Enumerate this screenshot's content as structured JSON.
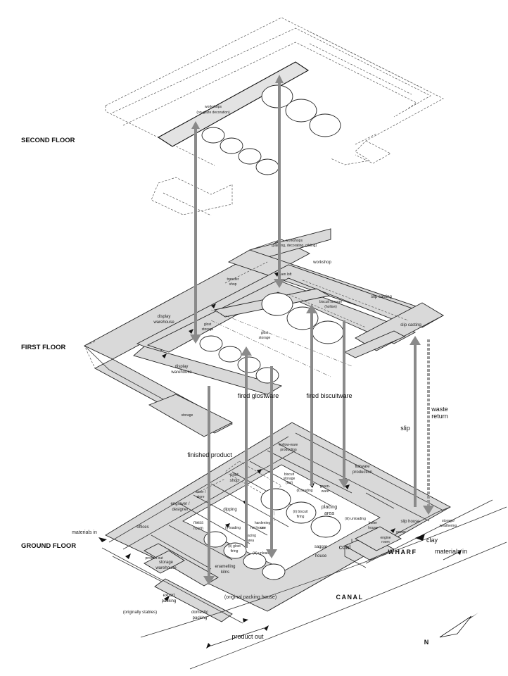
{
  "floors": {
    "second": "SECOND FLOOR",
    "first": "FIRST FLOOR",
    "ground": "GROUND FLOOR"
  },
  "second_floor": {
    "workshops_line1": "workshops",
    "workshops_line2": "(on-glaze decoration)"
  },
  "first_floor": {
    "workshops_pdg_line1": "workshops",
    "workshops_pdg_line2": "(painting, decorating, gilding)",
    "workshop": "workshop",
    "oven_loft": "oven loft",
    "transfer_shop_line1": "transfer",
    "transfer_shop_line2": "shop",
    "biscuit_storage_line1": "biscuit storage",
    "biscuit_storage_line2": "(hollow)",
    "slip_casting_1": "slip casting",
    "slip_casting_2": "slip casting",
    "display_warehouse_1_line1": "display",
    "display_warehouse_1_line2": "warehouse",
    "glost_storage_1_line1": "glost",
    "glost_storage_1_line2": "storage",
    "glost_storage_2_line1": "glost",
    "glost_storage_2_line2": "storage",
    "display_warehouse_2_line1": "display",
    "display_warehouse_2_line2": "warehouse",
    "storage": "storage"
  },
  "flows": {
    "fired_glostware": "fired glostware",
    "fired_biscuitware": "fired biscuitware",
    "finished_product": "finished product",
    "slip": "slip",
    "waste_return_line1": "waste",
    "waste_return_line2": "return"
  },
  "ground_floor": {
    "hollowware_line1": "hollow-ware",
    "hollowware_line2": "production",
    "print_shop_line1": "print",
    "print_shop_line2": "shop",
    "mixer_store_line1": "mixer /",
    "mixer_store_line2": "store",
    "engraver_line1": "engraver /",
    "engraver_line2": "designer",
    "offices": "offices",
    "dipping": "dipping",
    "mess_room_line1": "mess",
    "mess_room_line2": "room",
    "biscuit_storage_flat_line1": "biscuit",
    "biscuit_storage_flat_line2": "storage",
    "biscuit_storage_flat_line3": "(flat)",
    "loading_ii": "(ii) loading",
    "green_ware_line1": "green-",
    "green_ware_line2": "ware",
    "flatware_line1": "flatware",
    "flatware_line2": "production",
    "placing_area_1_line1": "placing",
    "placing_area_1_line2": "area",
    "hardening_on_line1": "hardening",
    "hardening_on_line2": "on",
    "biscuit_firing_line1": "(ii) biscuit",
    "biscuit_firing_line2": "firing",
    "unloading_iii_1": "(iii) unloading",
    "boiler_house_line1": "boiler",
    "boiler_house_line2": "house",
    "slip_house": "slip house",
    "storage_weathering_line1": "storage/",
    "storage_weathering_line2": "weathering",
    "power": "power",
    "engine_room_line1": "engine",
    "engine_room_line2": "room",
    "loading_i": "(i) loading",
    "hot_house": "hot house",
    "placing_area_2_line1": "placing",
    "placing_area_2_line2": "area",
    "glost_firing_line1": "(ii) glost",
    "glost_firing_line2": "firing",
    "unloading_iii_2": "(iii) unloading",
    "saggar_house_line1": "saggar",
    "saggar_house_line2": "house",
    "coal": "coal",
    "clay": "clay",
    "wharf": "WHARF",
    "materials_in_left": "materials in",
    "materials_in_right": "materials in",
    "product_out_small": "product out",
    "storage_warehouse_line1": "storage",
    "storage_warehouse_line2": "warehouse",
    "enamelling_kilns_line1": "enamelling",
    "enamelling_kilns_line2": "kilns",
    "original_packing_house": "(original packing house)",
    "export_packing_line1": "export",
    "export_packing_line2": "packing",
    "originally_stables": "(originally stables)",
    "domestic_packing_line1": "domestic",
    "domestic_packing_line2": "packing",
    "canal": "CANAL",
    "product_out_big": "product out",
    "north": "N"
  }
}
